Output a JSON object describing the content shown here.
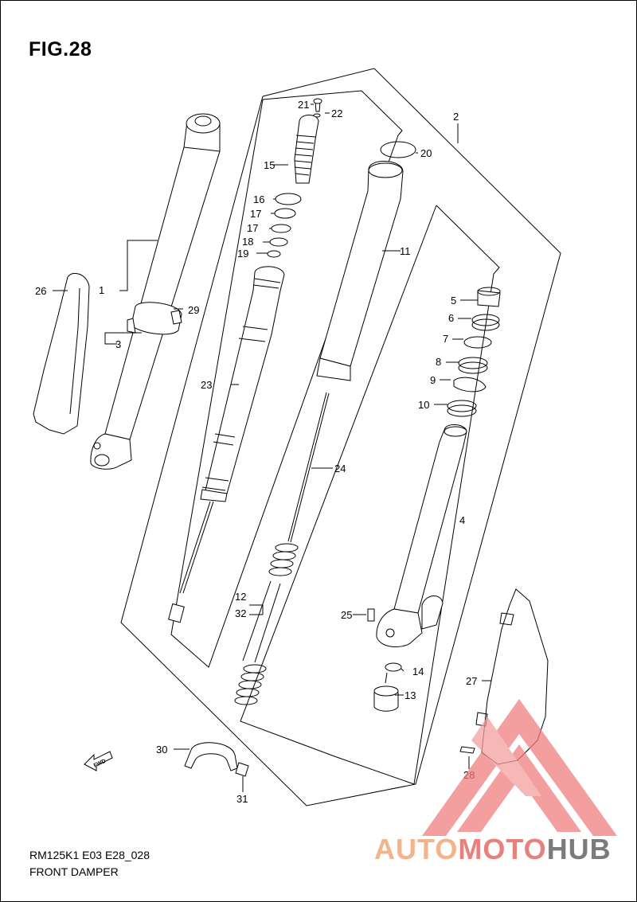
{
  "title": "FIG.28",
  "model_code": "RM125K1 E03 E28_028",
  "diagram_name": "FRONT DAMPER",
  "fwd_label": "FWD",
  "callouts": {
    "c1": "1",
    "c2": "2",
    "c3": "3",
    "c4": "4",
    "c5": "5",
    "c6": "6",
    "c7": "7",
    "c8": "8",
    "c9": "9",
    "c10": "10",
    "c11": "11",
    "c12": "12",
    "c32": "32",
    "c13": "13",
    "c14": "14",
    "c15": "15",
    "c16": "16",
    "c17a": "17",
    "c17b": "17",
    "c18": "18",
    "c19": "19",
    "c20": "20",
    "c21": "21",
    "c22": "22",
    "c23": "23",
    "c24": "24",
    "c25": "25",
    "c26": "26",
    "c27": "27",
    "c28": "28",
    "c29": "29",
    "c30": "30",
    "c31": "31"
  },
  "watermark": {
    "part1": "AUTO",
    "part2": "MOTO",
    "part3": "HUB",
    "color_auto": "#f3b48b",
    "color_moto": "#e8807c",
    "color_hub": "#7b7b7b"
  }
}
